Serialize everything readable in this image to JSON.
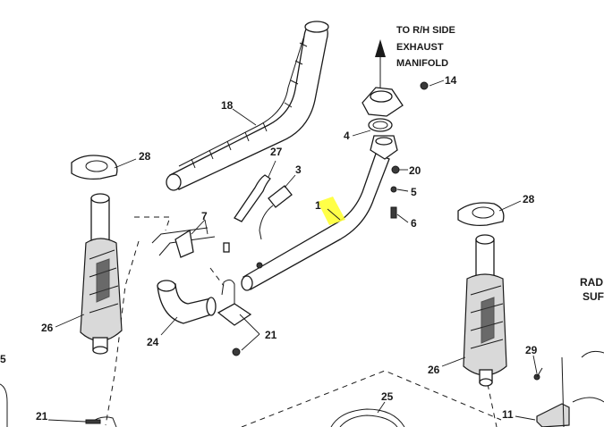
{
  "diagram": {
    "note_lines": [
      "TO R/H SIDE",
      "EXHAUST",
      "MANIFOLD"
    ],
    "cut_text_lines": [
      "RAD",
      "SUF"
    ],
    "highlight_color": "#ffff33",
    "callouts": {
      "c1": "1",
      "c3": "3",
      "c4": "4",
      "c5_left": "5",
      "c5": "5",
      "c6": "6",
      "c7": "7",
      "c11": "11",
      "c14": "14",
      "c18": "18",
      "c20": "20",
      "c21_left": "21",
      "c21": "21",
      "c24": "24",
      "c25": "25",
      "c26_left": "26",
      "c26_right": "26",
      "c27": "27",
      "c28_left": "28",
      "c28_right": "28",
      "c29": "29"
    }
  }
}
